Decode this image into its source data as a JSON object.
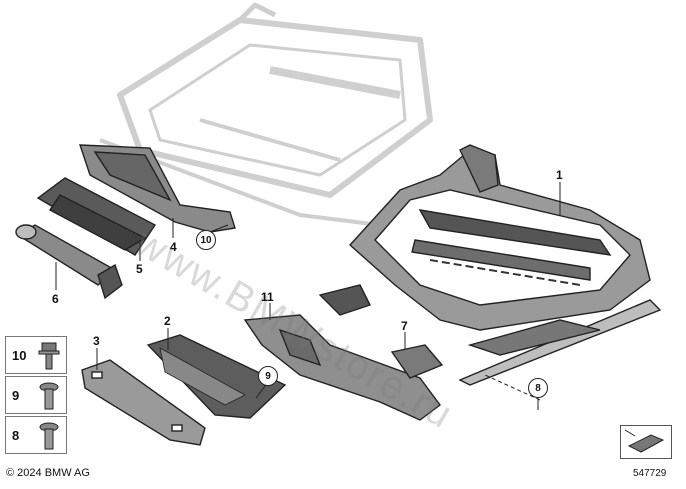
{
  "callouts": {
    "c1": "1",
    "c2": "2",
    "c3": "3",
    "c4": "4",
    "c5": "5",
    "c6": "6",
    "c7": "7",
    "c8": "8",
    "c9": "9",
    "c10": "10",
    "c11": "11"
  },
  "legend": [
    {
      "number": "10",
      "icon": "bolt-hex-flange-icon"
    },
    {
      "number": "9",
      "icon": "screw-torx-icon"
    },
    {
      "number": "8",
      "icon": "screw-torx-icon"
    }
  ],
  "copyright": "© 2024 BMW AG",
  "diagram_number": "547729",
  "watermark": "www.BMWstore.ru",
  "colors": {
    "line": "#222222",
    "part_fill": "#6b6b6b",
    "ghost": "#d0d0d0"
  }
}
